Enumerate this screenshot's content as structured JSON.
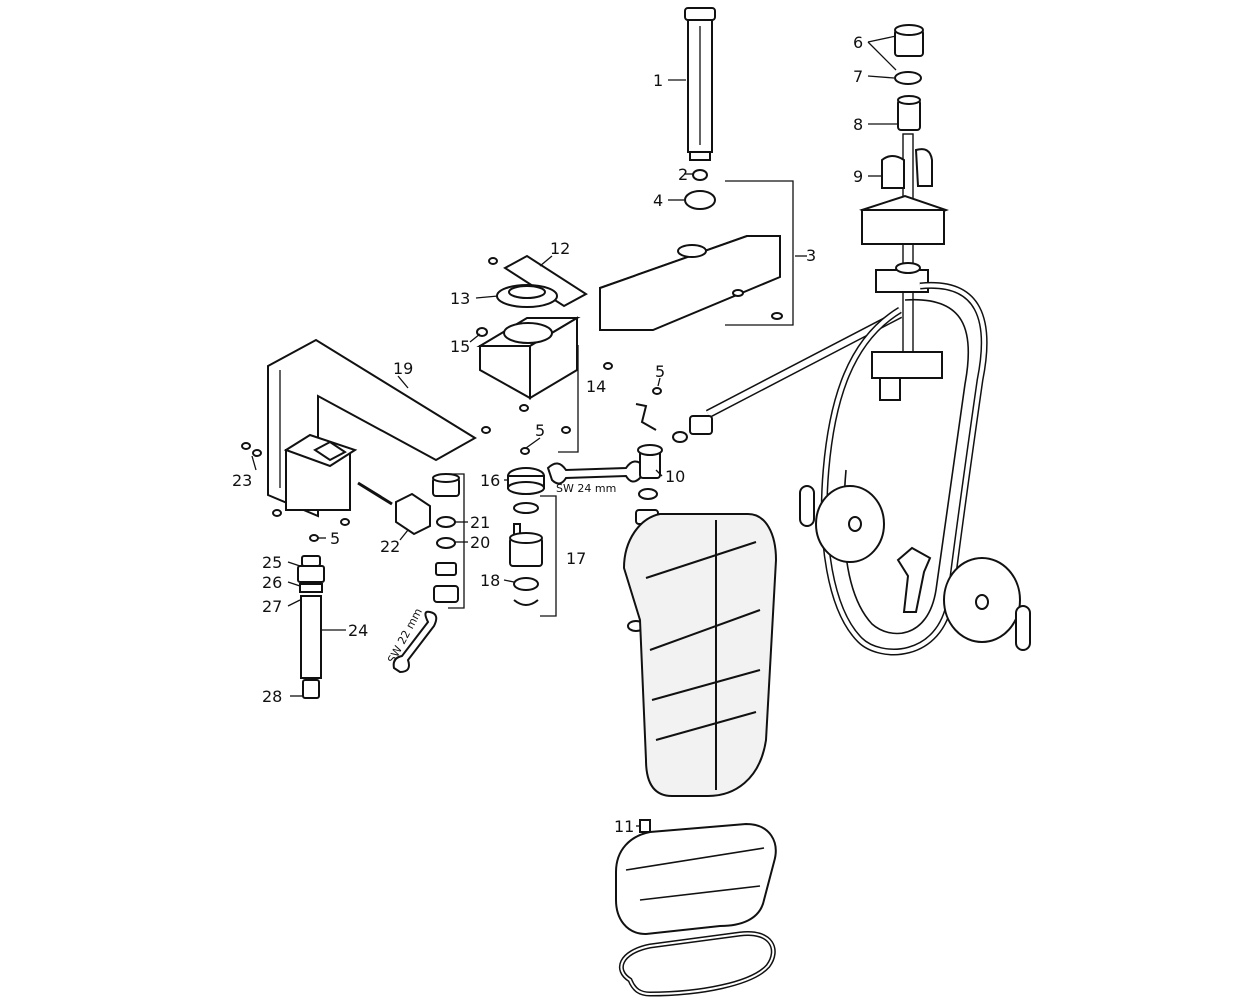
{
  "callouts": {
    "c1": "1",
    "c2": "2",
    "c3": "3",
    "c4": "4",
    "c5a": "5",
    "c5b": "5",
    "c5c": "5",
    "c6": "6",
    "c7": "7",
    "c8": "8",
    "c9": "9",
    "c10": "10",
    "c11": "11",
    "c12": "12",
    "c13": "13",
    "c14": "14",
    "c15": "15",
    "c16": "16",
    "c17": "17",
    "c18": "18",
    "c19": "19",
    "c20": "20",
    "c21": "21",
    "c22": "22",
    "c23": "23",
    "c24": "24",
    "c25": "25",
    "c26": "26",
    "c27": "27",
    "c28": "28"
  },
  "wrenches": {
    "sw24": "SW 24 mm",
    "sw22": "SW 22 mm"
  }
}
